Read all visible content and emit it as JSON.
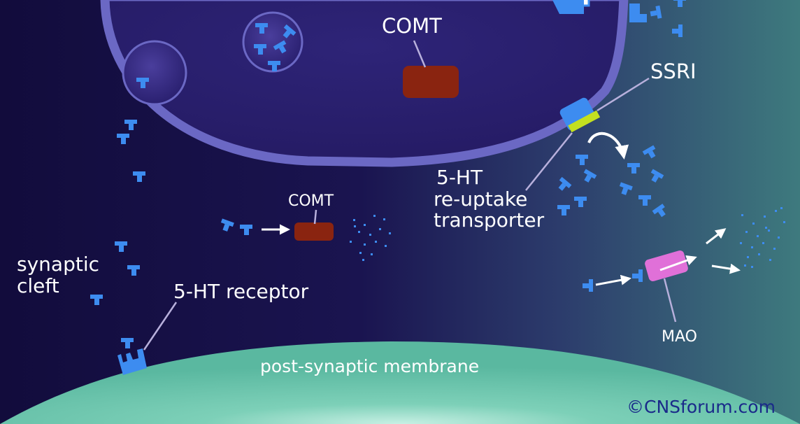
{
  "labels": {
    "comt_inner": "COMT",
    "ssri": "SSRI",
    "transporter_line1": "5-HT",
    "transporter_line2": "re-uptake",
    "transporter_line3": "transporter",
    "comt_cleft": "COMT",
    "synaptic_line1": "synaptic",
    "synaptic_line2": "cleft",
    "receptor": "5-HT receptor",
    "mao": "MAO",
    "membrane": "post-synaptic membrane",
    "credit": "©CNSforum.com"
  },
  "colors": {
    "background_left": "#120c3c",
    "background_mid": "#1e1c5a",
    "background_right": "#3e7a7e",
    "presynaptic_fill": "#2b2170",
    "presynaptic_rim": "#6b68c4",
    "postsynaptic": "#6cc4a8",
    "serotonin": "#3d8cf0",
    "comt": "#8a2410",
    "ssri": "#c4e020",
    "mao": "#e070d8",
    "leader_line": "#b8b0dc"
  },
  "icons": {
    "serotonin": "serotonin-molecule-icon",
    "receptor": "receptor-icon",
    "arrow": "arrow-icon"
  }
}
